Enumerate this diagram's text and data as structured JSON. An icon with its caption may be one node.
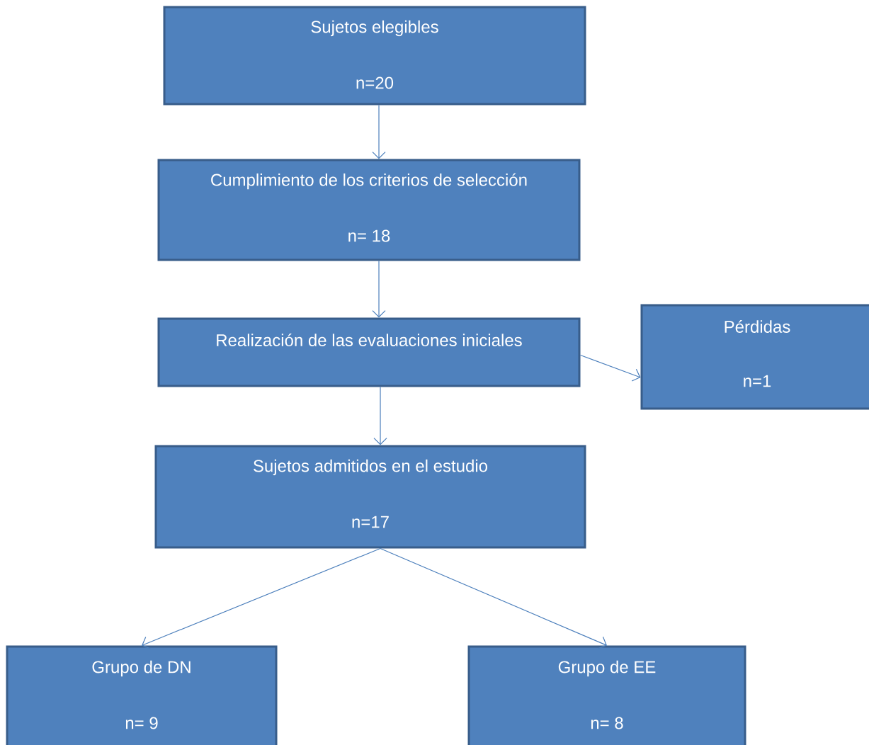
{
  "diagram": {
    "nodes": [
      {
        "text": [
          "Sujetos elegibles",
          "n=20"
        ]
      },
      {
        "text": [
          "Cumplimiento de los criterios de selección",
          "n= 18"
        ]
      },
      {
        "text": [
          "Realización de las evaluaciones iniciales"
        ]
      },
      {
        "text": [
          "Pérdidas",
          "n=1"
        ]
      },
      {
        "text": [
          "Sujetos admitidos en el estudio",
          "n=17"
        ]
      },
      {
        "text": [
          "Grupo de DN",
          "n= 9"
        ]
      },
      {
        "text": [
          "Grupo de EE",
          "n= 8"
        ]
      }
    ],
    "edges": [
      {
        "from": 0,
        "to": 1,
        "arrow": "to"
      },
      {
        "from": 1,
        "to": 2,
        "arrow": "to"
      },
      {
        "from": 2,
        "to": 3,
        "arrow": "to"
      },
      {
        "from": 2,
        "to": 4,
        "arrow": "to"
      },
      {
        "from": 4,
        "to": 5,
        "arrow": "to"
      },
      {
        "from": 4,
        "to": 6,
        "arrow": "to"
      }
    ]
  }
}
